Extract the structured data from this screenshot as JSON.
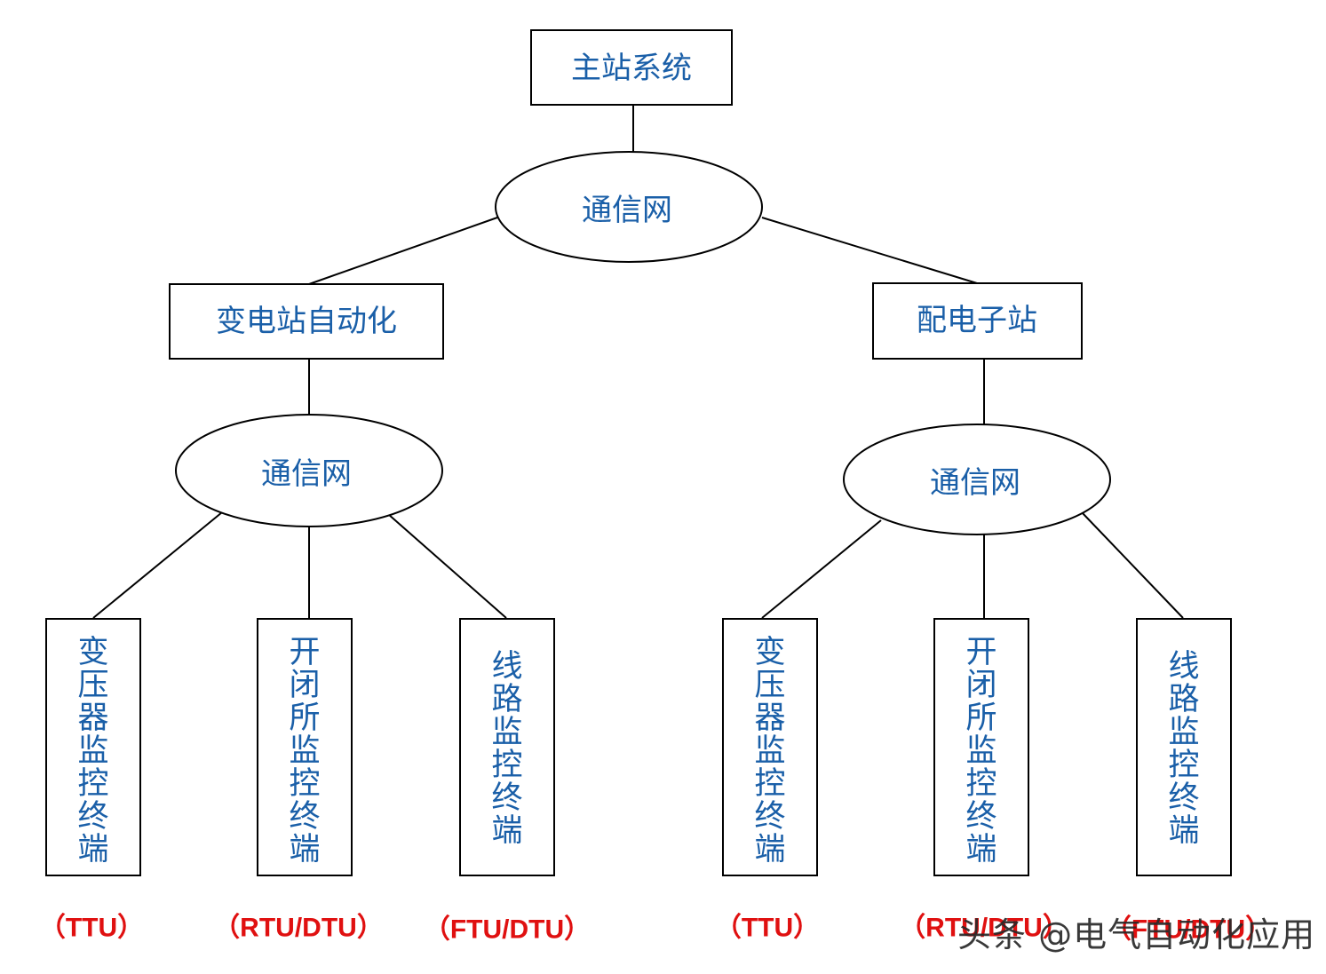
{
  "nodes": {
    "master": "主站系统",
    "comm_top": "通信网",
    "substation": "变电站自动化",
    "distribution": "配电子站",
    "comm_left": "通信网",
    "comm_right": "通信网"
  },
  "terminals_left": [
    {
      "label": "变压器监控终端",
      "code": "（TTU）"
    },
    {
      "label": "开闭所监控终端",
      "code": "（RTU/DTU）"
    },
    {
      "label": "线路监控终端",
      "code": "（FTU/DTU）"
    }
  ],
  "terminals_right": [
    {
      "label": "变压器监控终端",
      "code": "（TTU）"
    },
    {
      "label": "开闭所监控终端",
      "code": "（RTU/DTU）"
    },
    {
      "label": "线路监控终端",
      "code": "（FTU/DTU）"
    }
  ],
  "watermark": "头条 @电气自动化应用",
  "colors": {
    "label": "#1a5fa8",
    "code": "#e01010",
    "stroke": "#000000"
  }
}
